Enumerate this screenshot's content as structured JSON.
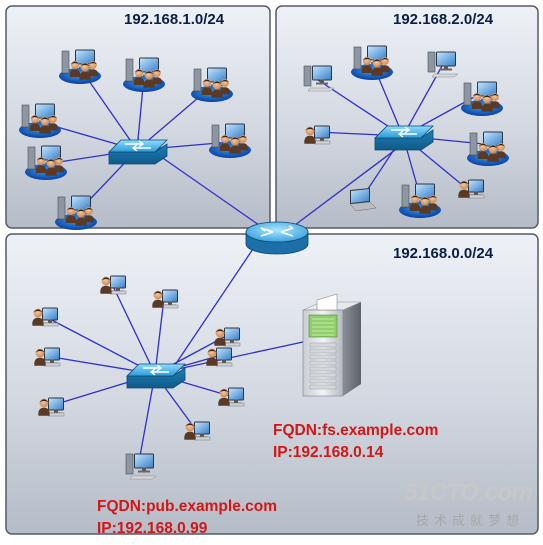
{
  "subnets": {
    "top_left": {
      "cidr": "192.168.1.0/24"
    },
    "top_right": {
      "cidr": "192.168.2.0/24"
    },
    "bottom": {
      "cidr": "192.168.0.0/24"
    }
  },
  "servers": {
    "fs": {
      "fqdn": "FQDN:fs.example.com",
      "ip": "IP:192.168.0.14"
    },
    "pub": {
      "fqdn": "FQDN:pub.example.com",
      "ip": "IP:192.168.0.99"
    }
  },
  "watermark": {
    "brand": "51CTO.com",
    "slogan": "技术成就梦想"
  },
  "colors": {
    "link": "#3030c8",
    "server_label": "#d01818",
    "subnet_label": "#0a1f44",
    "switch": "#2a9fd6",
    "router": "#3aa6dc"
  }
}
